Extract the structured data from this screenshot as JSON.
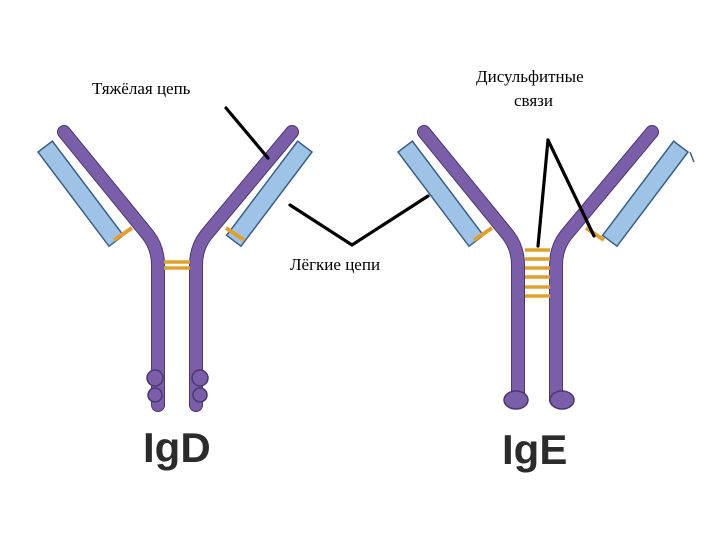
{
  "labels": {
    "heavy_chain": "Тяжёлая цепь",
    "disulfide_line1": "Дисульфитные",
    "disulfide_line2": "связи",
    "light_chains": "Лёгкие цепи",
    "igd": "IgD",
    "ige": "IgE"
  },
  "colors": {
    "heavy_chain": "#7a5ea8",
    "light_chain": "#9fc3e6",
    "disulfide": "#e0a030",
    "pointer": "#000000"
  }
}
